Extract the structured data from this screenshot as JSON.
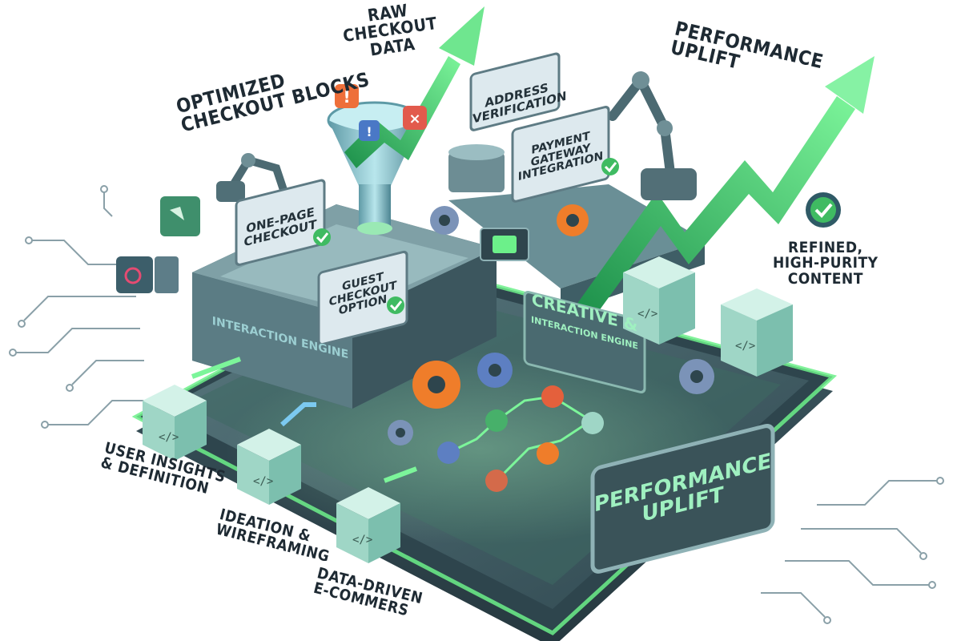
{
  "labels": {
    "raw_checkout_data": "RAW\nCHECKOUT\nDATA",
    "optimized_checkout_blocks": "OPTIMIZED\nCHECKOUT BLOCKS",
    "performance_uplift_top": "PERFORMANCE\nUPLIFT",
    "refined_content": "REFINED,\nHIGH-PURITY\nCONTENT",
    "user_insights": "USER INSIGHTS\n& DEFINITION",
    "ideation": "IDEATION &\nWIREFRAMING",
    "data_driven": "DATA-DRIVEN\nE-COMMERS"
  },
  "panels": {
    "address_verification": "ADDRESS\nVERIFICATION",
    "payment_gateway": "PAYMENT\nGATEWAY\nINTEGRATION",
    "one_page_checkout": "ONE-PAGE\nCHECKOUT",
    "guest_checkout": "GUEST\nCHECKOUT\nOPTION",
    "interaction_engine": "INTERACTION ENGINE",
    "creative_engine_title": "CREATIVE &",
    "creative_engine_sub": "INTERACTION ENGINE",
    "performance_uplift_sign": "PERFORMANCE\nUPLIFT"
  },
  "colors": {
    "platform_top": "#3f5a63",
    "platform_glow": "#6cf08a",
    "arrow_green": "#3cc86a",
    "panel_bg": "#dde9ee",
    "cube": "#9fd6c6",
    "gear_orange": "#ef7d2a",
    "gear_blue": "#5d7fc2",
    "text_dark": "#1e2a33",
    "sign_text": "#9ff0c0"
  }
}
